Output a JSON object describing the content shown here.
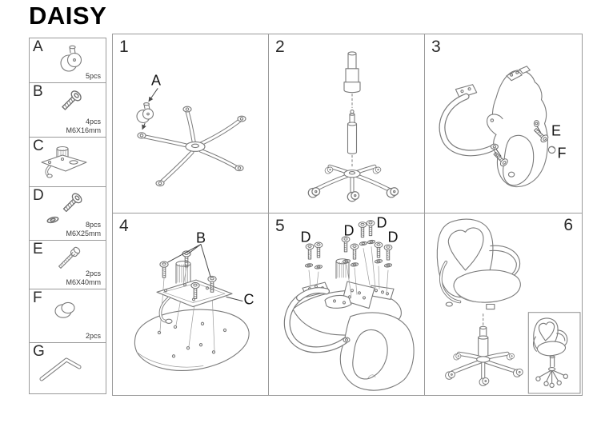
{
  "title": "DAISY",
  "colors": {
    "line": "#7b7b7b",
    "border": "#9a9a9a",
    "label": "#141414"
  },
  "parts": [
    {
      "id": "A",
      "icon": "caster-icon",
      "qty": "5pcs",
      "size": ""
    },
    {
      "id": "B",
      "icon": "bolt-icon",
      "qty": "4pcs",
      "size": "M6X16mm"
    },
    {
      "id": "C",
      "icon": "mechanism-icon",
      "qty": "",
      "size": ""
    },
    {
      "id": "D",
      "icon": "bolt-washer-icon",
      "qty": "8pcs",
      "size": "M6X25mm"
    },
    {
      "id": "E",
      "icon": "long-bolt-icon",
      "qty": "2pcs",
      "size": "M6X40mm"
    },
    {
      "id": "F",
      "icon": "cap-icon",
      "qty": "2pcs",
      "size": ""
    },
    {
      "id": "G",
      "icon": "allen-key-icon",
      "qty": "",
      "size": ""
    }
  ],
  "steps": [
    {
      "num": "1",
      "part_labels": [
        "A"
      ]
    },
    {
      "num": "2",
      "part_labels": []
    },
    {
      "num": "3",
      "part_labels": [
        "E",
        "F"
      ]
    },
    {
      "num": "4",
      "part_labels": [
        "B",
        "C"
      ]
    },
    {
      "num": "5",
      "part_labels": [
        "D",
        "D",
        "D",
        "D"
      ]
    },
    {
      "num": "6",
      "part_labels": []
    }
  ]
}
